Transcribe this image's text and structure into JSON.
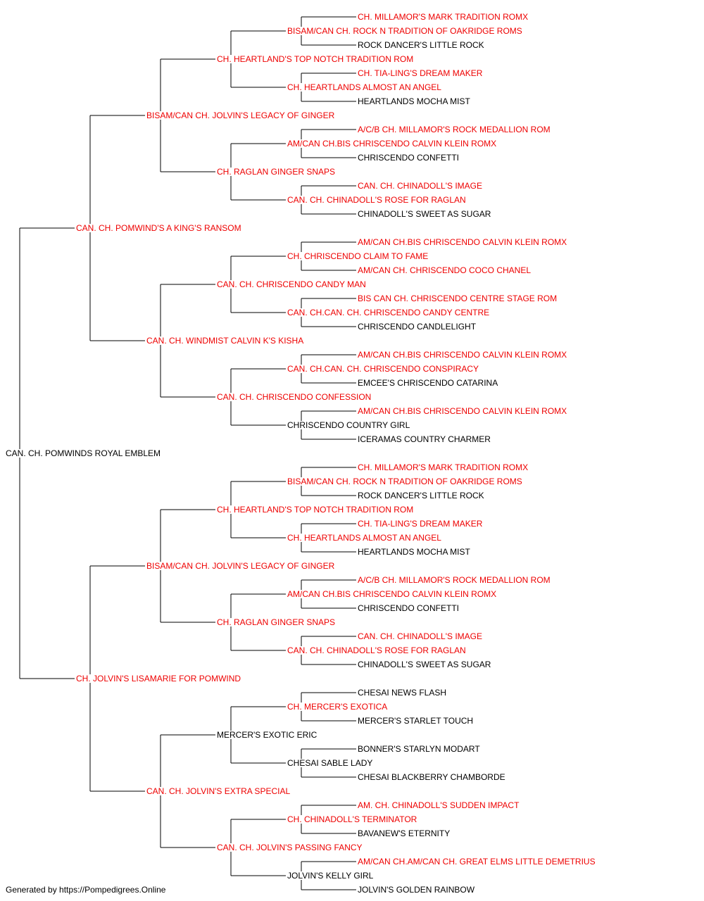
{
  "colors": {
    "titled": "#ee0000",
    "untitled": "#000000",
    "line": "#000000"
  },
  "footer": "Generated by https://Pompedigrees.Online",
  "pedigree": {
    "name": "CAN. CH. POMWINDS ROYAL EMBLEM",
    "titled": false,
    "sire": {
      "name": "CAN. CH. POMWIND'S A KING'S RANSOM",
      "titled": true,
      "sire": {
        "name": "BISAM/CAN CH. JOLVIN'S LEGACY OF GINGER",
        "titled": true,
        "sire": {
          "name": "CH. HEARTLAND'S TOP NOTCH TRADITION ROM",
          "titled": true,
          "sire": {
            "name": "BISAM/CAN CH. ROCK N TRADITION OF OAKRIDGE ROMS",
            "titled": true,
            "sire": {
              "name": "CH. MILLAMOR'S MARK TRADITION ROMX",
              "titled": true
            },
            "dam": {
              "name": "ROCK DANCER'S LITTLE ROCK",
              "titled": false
            }
          },
          "dam": {
            "name": "CH. HEARTLANDS ALMOST AN ANGEL",
            "titled": true,
            "sire": {
              "name": "CH. TIA-LING'S DREAM MAKER",
              "titled": true
            },
            "dam": {
              "name": "HEARTLANDS MOCHA MIST",
              "titled": false
            }
          }
        },
        "dam": {
          "name": "CH. RAGLAN GINGER SNAPS",
          "titled": true,
          "sire": {
            "name": "AM/CAN CH.BIS CHRISCENDO CALVIN KLEIN ROMX",
            "titled": true,
            "sire": {
              "name": "A/C/B CH. MILLAMOR'S ROCK MEDALLION ROM",
              "titled": true
            },
            "dam": {
              "name": "CHRISCENDO CONFETTI",
              "titled": false
            }
          },
          "dam": {
            "name": "CAN. CH. CHINADOLL'S ROSE FOR RAGLAN",
            "titled": true,
            "sire": {
              "name": "CAN. CH. CHINADOLL'S IMAGE",
              "titled": true
            },
            "dam": {
              "name": "CHINADOLL'S SWEET AS SUGAR",
              "titled": false
            }
          }
        }
      },
      "dam": {
        "name": "CAN. CH. WINDMIST CALVIN K'S KISHA",
        "titled": true,
        "sire": {
          "name": "CAN. CH. CHRISCENDO CANDY MAN",
          "titled": true,
          "sire": {
            "name": "CH. CHRISCENDO CLAIM TO FAME",
            "titled": true,
            "sire": {
              "name": "AM/CAN CH.BIS CHRISCENDO CALVIN KLEIN ROMX",
              "titled": true
            },
            "dam": {
              "name": "AM/CAN CH. CHRISCENDO COCO CHANEL",
              "titled": true
            }
          },
          "dam": {
            "name": "CAN. CH.CAN. CH. CHRISCENDO CANDY CENTRE",
            "titled": true,
            "sire": {
              "name": "BIS CAN CH. CHRISCENDO CENTRE STAGE ROM",
              "titled": true
            },
            "dam": {
              "name": "CHRISCENDO CANDLELIGHT",
              "titled": false
            }
          }
        },
        "dam": {
          "name": "CAN. CH. CHRISCENDO CONFESSION",
          "titled": true,
          "sire": {
            "name": "CAN. CH.CAN. CH. CHRISCENDO CONSPIRACY",
            "titled": true,
            "sire": {
              "name": "AM/CAN CH.BIS CHRISCENDO CALVIN KLEIN ROMX",
              "titled": true
            },
            "dam": {
              "name": "EMCEE'S CHRISCENDO CATARINA",
              "titled": false
            }
          },
          "dam": {
            "name": "CHRISCENDO COUNTRY GIRL",
            "titled": false,
            "sire": {
              "name": "AM/CAN CH.BIS CHRISCENDO CALVIN KLEIN ROMX",
              "titled": true
            },
            "dam": {
              "name": "ICERAMAS COUNTRY CHARMER",
              "titled": false
            }
          }
        }
      }
    },
    "dam": {
      "name": "CH. JOLVIN'S LISAMARIE FOR POMWIND",
      "titled": true,
      "sire": {
        "name": "BISAM/CAN CH. JOLVIN'S LEGACY OF GINGER",
        "titled": true,
        "sire": {
          "name": "CH. HEARTLAND'S TOP NOTCH TRADITION ROM",
          "titled": true,
          "sire": {
            "name": "BISAM/CAN CH. ROCK N TRADITION OF OAKRIDGE ROMS",
            "titled": true,
            "sire": {
              "name": "CH. MILLAMOR'S MARK TRADITION ROMX",
              "titled": true
            },
            "dam": {
              "name": "ROCK DANCER'S LITTLE ROCK",
              "titled": false
            }
          },
          "dam": {
            "name": "CH. HEARTLANDS ALMOST AN ANGEL",
            "titled": true,
            "sire": {
              "name": "CH. TIA-LING'S DREAM MAKER",
              "titled": true
            },
            "dam": {
              "name": "HEARTLANDS MOCHA MIST",
              "titled": false
            }
          }
        },
        "dam": {
          "name": "CH. RAGLAN GINGER SNAPS",
          "titled": true,
          "sire": {
            "name": "AM/CAN CH.BIS CHRISCENDO CALVIN KLEIN ROMX",
            "titled": true,
            "sire": {
              "name": "A/C/B CH. MILLAMOR'S ROCK MEDALLION ROM",
              "titled": true
            },
            "dam": {
              "name": "CHRISCENDO CONFETTI",
              "titled": false
            }
          },
          "dam": {
            "name": "CAN. CH. CHINADOLL'S ROSE FOR RAGLAN",
            "titled": true,
            "sire": {
              "name": "CAN. CH. CHINADOLL'S IMAGE",
              "titled": true
            },
            "dam": {
              "name": "CHINADOLL'S SWEET AS SUGAR",
              "titled": false
            }
          }
        }
      },
      "dam": {
        "name": "CAN. CH. JOLVIN'S EXTRA SPECIAL",
        "titled": true,
        "sire": {
          "name": "MERCER'S EXOTIC ERIC",
          "titled": false,
          "sire": {
            "name": "CH. MERCER'S EXOTICA",
            "titled": true,
            "sire": {
              "name": "CHESAI NEWS FLASH",
              "titled": false
            },
            "dam": {
              "name": "MERCER'S STARLET TOUCH",
              "titled": false
            }
          },
          "dam": {
            "name": "CHESAI SABLE LADY",
            "titled": false,
            "sire": {
              "name": "BONNER'S STARLYN MODART",
              "titled": false
            },
            "dam": {
              "name": "CHESAI BLACKBERRY CHAMBORDE",
              "titled": false
            }
          }
        },
        "dam": {
          "name": "CAN. CH. JOLVIN'S PASSING FANCY",
          "titled": true,
          "sire": {
            "name": "CH. CHINADOLL'S TERMINATOR",
            "titled": true,
            "sire": {
              "name": "AM. CH. CHINADOLL'S SUDDEN IMPACT",
              "titled": true
            },
            "dam": {
              "name": "BAVANEW'S ETERNITY",
              "titled": false
            }
          },
          "dam": {
            "name": "JOLVIN'S KELLY GIRL",
            "titled": false,
            "sire": {
              "name": "AM/CAN CH.AM/CAN CH. GREAT ELMS LITTLE DEMETRIUS",
              "titled": true
            },
            "dam": {
              "name": "JOLVIN'S GOLDEN RAINBOW",
              "titled": false
            }
          }
        }
      }
    }
  }
}
